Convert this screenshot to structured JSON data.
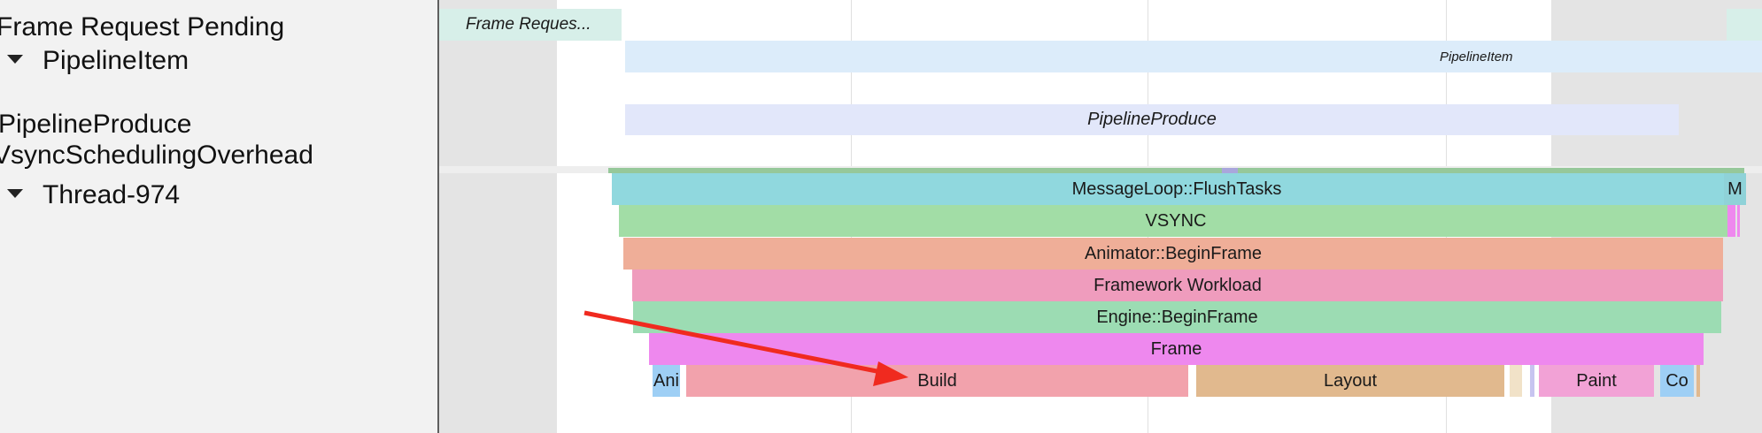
{
  "left_panel": {
    "labels": {
      "frame_request_pending": "Frame Request Pending",
      "pipeline_item": "PipelineItem",
      "pipeline_produce": "PipelineProduce",
      "vsync_overhead": "VsyncSchedulingOverhead",
      "thread": "Thread-974"
    }
  },
  "timeline": {
    "async_tracks": {
      "frame_request": "Frame Reques...",
      "pipeline_item": "PipelineItem",
      "pipeline_produce": "PipelineProduce"
    },
    "slices": {
      "message_loop": "MessageLoop::FlushTasks",
      "message_loop_short": "M",
      "vsync": "VSYNC",
      "animator": "Animator::BeginFrame",
      "framework": "Framework Workload",
      "engine": "Engine::BeginFrame",
      "frame": "Frame",
      "animate": "Ani",
      "build": "Build",
      "layout": "Layout",
      "paint": "Paint",
      "composite": "Co"
    }
  },
  "colors": {
    "message_loop": "#90d8de",
    "vsync": "#a2dda6",
    "animator": "#efae98",
    "framework": "#ef9cbd",
    "engine": "#9cdcb3",
    "frame": "#ee88ee",
    "build": "#f2a2ac",
    "layout": "#e1b98e",
    "paint": "#f2a2d6",
    "composite": "#9ecff5",
    "arrow": "#f02a1f"
  }
}
